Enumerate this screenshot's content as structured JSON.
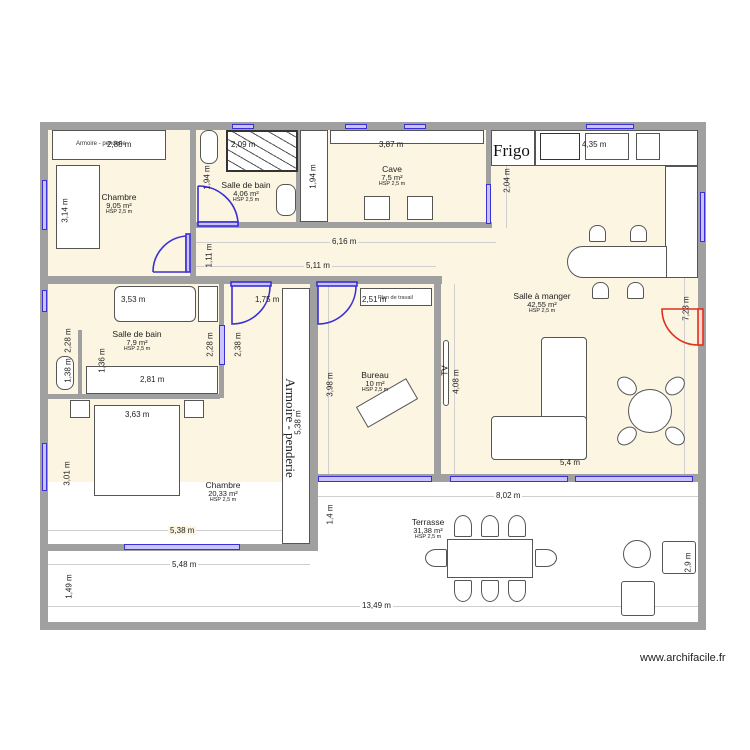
{
  "plan": {
    "watermark": "www.archifacile.fr",
    "colors": {
      "wall": "#a0a0a0",
      "floor": "#fbf5e2",
      "window": "#3b2fd6",
      "door": "#3b2fd6",
      "entry_door": "#e0301e"
    },
    "rooms": [
      {
        "name": "Chambre",
        "area": "9,05 m²",
        "height": "HSP 2,5 m"
      },
      {
        "name": "Salle de bain",
        "area": "4,06 m²",
        "height": "HSP 2,5 m"
      },
      {
        "name": "Cave",
        "area": "7,5 m²",
        "height": "HSP 2,5 m"
      },
      {
        "name": "Salle à manger",
        "area": "42,55 m²",
        "height": "HSP 2,5 m"
      },
      {
        "name": "Salle de bain",
        "area": "7,9 m²",
        "height": "HSP 2,5 m"
      },
      {
        "name": "Bureau",
        "area": "10 m²",
        "height": "HSP 2,5 m"
      },
      {
        "name": "Chambre",
        "area": "20,33 m²",
        "height": "HSP 2,5 m"
      },
      {
        "name": "Terrasse",
        "area": "31,38 m²",
        "height": "HSP 2,5 m"
      }
    ],
    "dimensions": {
      "d_2_88": "2,88 m",
      "d_3_14": "3,14 m",
      "d_2_09": "2,09 m",
      "d_1_94a": "1,94 m",
      "d_1_94b": "1,94 m",
      "d_3_87": "3,87 m",
      "d_4_35": "4,35 m",
      "d_2_04": "2,04 m",
      "d_6_16": "6,16 m",
      "d_1_11": "1,11 m",
      "d_5_11": "5,11 m",
      "d_7_23": "7,23 m",
      "d_3_53": "3,53 m",
      "d_1_75": "1,75 m",
      "d_2_51": "2,51 m",
      "d_2_28a": "2,28 m",
      "d_2_28b": "2,28 m",
      "d_1_36": "1,36 m",
      "d_1_38": "1,38 m",
      "d_2_38": "2,38 m",
      "d_2_81": "2,81 m",
      "d_3_98": "3,98 m",
      "d_4_08": "4,08 m",
      "d_3_63": "3,63 m",
      "d_5_38v": "5,38 m",
      "d_3_01": "3,01 m",
      "d_5_4": "5,4 m",
      "d_8_02": "8,02 m",
      "d_1_4": "1,4 m",
      "d_5_38h": "5,38 m",
      "d_5_48": "5,48 m",
      "d_2_9": "2,9 m",
      "d_1_49": "1,49 m",
      "d_13_49": "13,49 m"
    },
    "furniture_labels": {
      "armoire_top": "Armoire - penderie",
      "armoire_long": "Armoire - penderie",
      "frigo": "Frigo",
      "tv": "TV",
      "plan_de_travail": "Plan de travail"
    }
  }
}
